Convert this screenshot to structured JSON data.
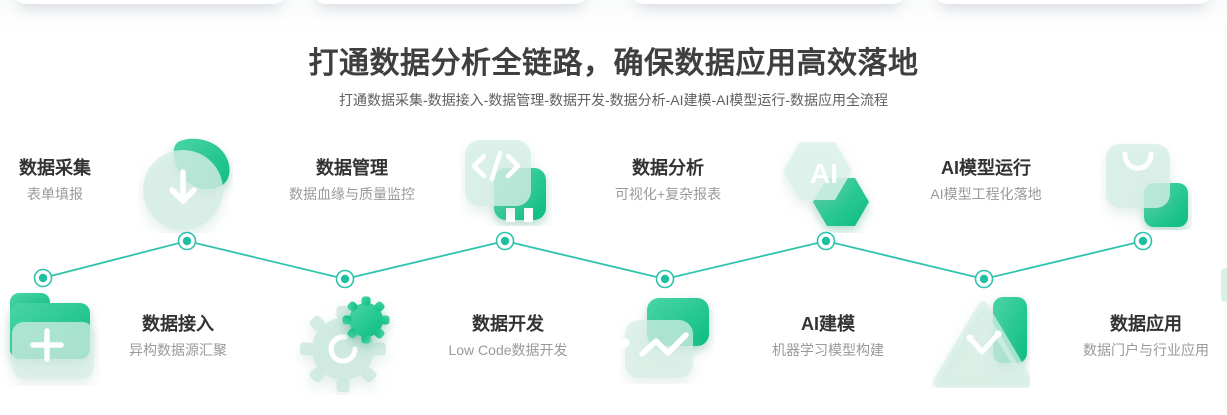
{
  "header": {
    "title": "打通数据分析全链路，确保数据应用高效落地",
    "subtitle": "打通数据采集-数据接入-数据管理-数据开发-数据分析-AI建模-AI模型运行-数据应用全流程"
  },
  "flow": {
    "ai_label": "AI",
    "top_items": [
      {
        "title": "数据采集",
        "subtitle": "表单填报",
        "icon": "download-circle-icon"
      },
      {
        "title": "数据管理",
        "subtitle": "数据血缘与质量监控",
        "icon": "code-block-icon"
      },
      {
        "title": "数据分析",
        "subtitle": "可视化+复杂报表",
        "icon": "ai-hexagon-icon"
      },
      {
        "title": "AI模型运行",
        "subtitle": "AI模型工程化落地",
        "icon": "app-bag-icon"
      }
    ],
    "bottom_items": [
      {
        "title": "数据接入",
        "subtitle": "异构数据源汇聚",
        "icon": "folder-add-icon"
      },
      {
        "title": "数据开发",
        "subtitle": "Low Code数据开发",
        "icon": "gears-icon"
      },
      {
        "title": "AI建模",
        "subtitle": "机器学习模型构建",
        "icon": "trend-chart-icon"
      },
      {
        "title": "数据应用",
        "subtitle": "数据门户与行业应用",
        "icon": "triangle-branch-icon"
      }
    ]
  },
  "colors": {
    "brand_green_start": "#44d1a2",
    "brand_green_end": "#0cbd80",
    "pale_mint": "#d5eee5",
    "connector_teal": "#2fc3ad",
    "dot_fill": "#1ebfa3",
    "title_color": "#3f3f3f",
    "item_title_color": "#333333",
    "item_subtitle_color": "#9a9a9a"
  }
}
